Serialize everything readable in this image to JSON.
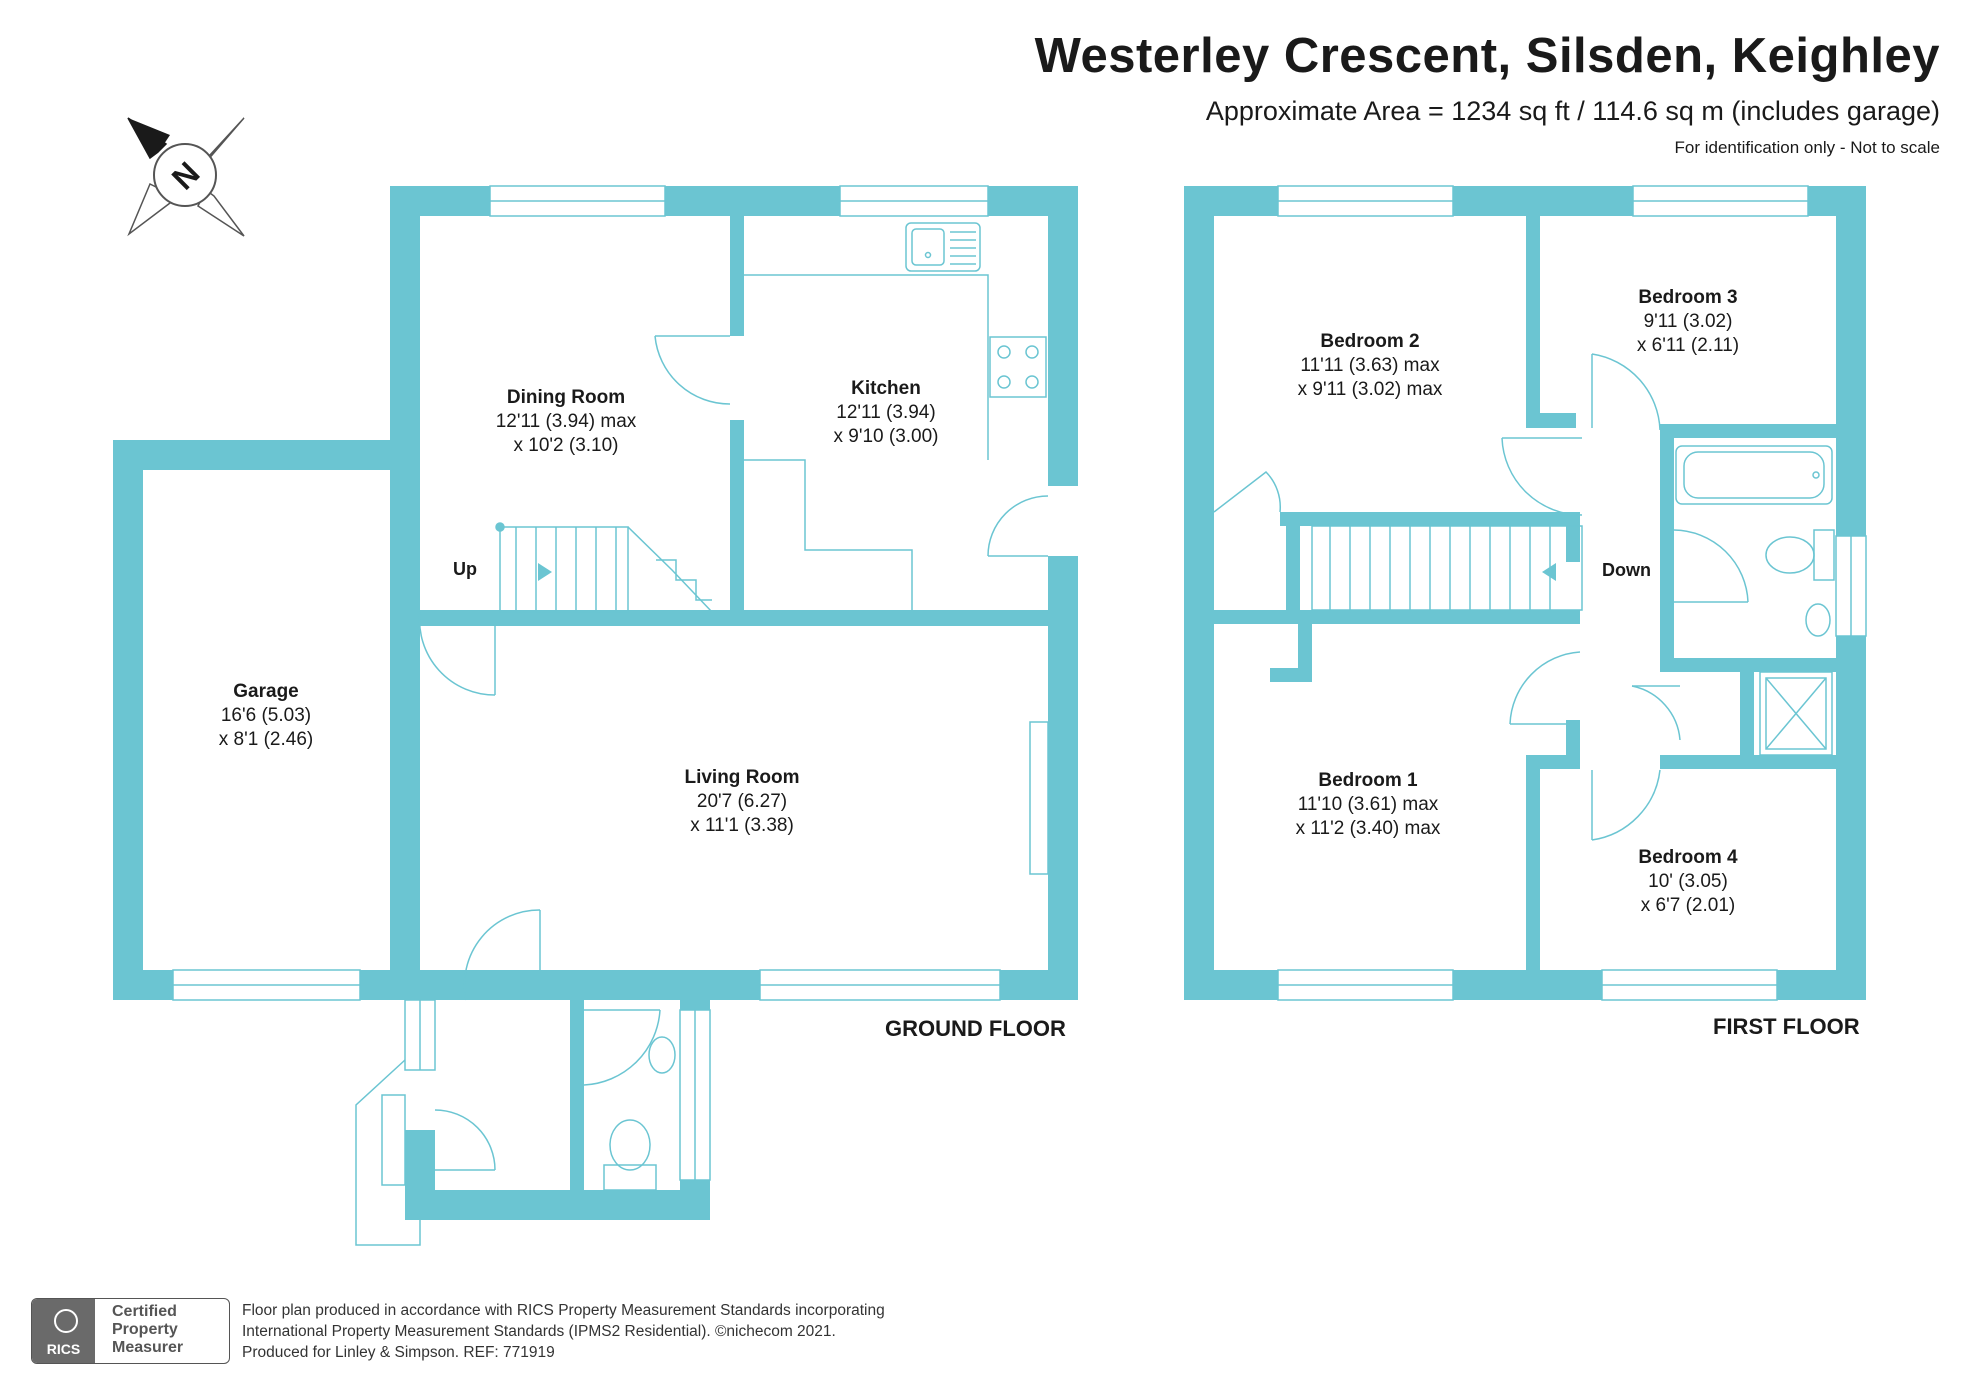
{
  "header": {
    "title": "Westerley Crescent, Silsden, Keighley",
    "area": "Approximate Area = 1234 sq ft / 114.6 sq m (includes garage)",
    "note": "For identification only - Not to scale"
  },
  "compass": {
    "label": "N"
  },
  "ground_floor": {
    "label": "GROUND FLOOR",
    "stairs_label": "Up",
    "rooms": [
      {
        "name": "Dining Room",
        "dim1": "12'11 (3.94) max",
        "dim2": "x 10'2 (3.10)"
      },
      {
        "name": "Kitchen",
        "dim1": "12'11 (3.94)",
        "dim2": "x 9'10 (3.00)"
      },
      {
        "name": "Garage",
        "dim1": "16'6 (5.03)",
        "dim2": "x 8'1 (2.46)"
      },
      {
        "name": "Living Room",
        "dim1": "20'7 (6.27)",
        "dim2": "x 11'1 (3.38)"
      }
    ]
  },
  "first_floor": {
    "label": "FIRST FLOOR",
    "stairs_label": "Down",
    "rooms": [
      {
        "name": "Bedroom 2",
        "dim1": "11'11 (3.63) max",
        "dim2": "x 9'11 (3.02) max"
      },
      {
        "name": "Bedroom 3",
        "dim1": "9'11 (3.02)",
        "dim2": "x 6'11 (2.11)"
      },
      {
        "name": "Bedroom 1",
        "dim1": "11'10 (3.61) max",
        "dim2": "x 11'2 (3.40) max"
      },
      {
        "name": "Bedroom 4",
        "dim1": "10' (3.05)",
        "dim2": "x 6'7 (2.01)"
      }
    ]
  },
  "footer": {
    "line1": "Floor plan produced in accordance with RICS Property Measurement Standards incorporating",
    "line2": "International Property Measurement Standards (IPMS2 Residential).   ©nichecom 2021.",
    "line3": "Produced for Linley & Simpson.    REF: 771919"
  },
  "badge": {
    "logo_text": "RICS",
    "line1": "Certified",
    "line2": "Property",
    "line3": "Measurer"
  },
  "colors": {
    "wall": "#6bc5d2",
    "fixture": "#6bc5d2",
    "window": "#ffffff",
    "text": "#1a1a1a"
  }
}
